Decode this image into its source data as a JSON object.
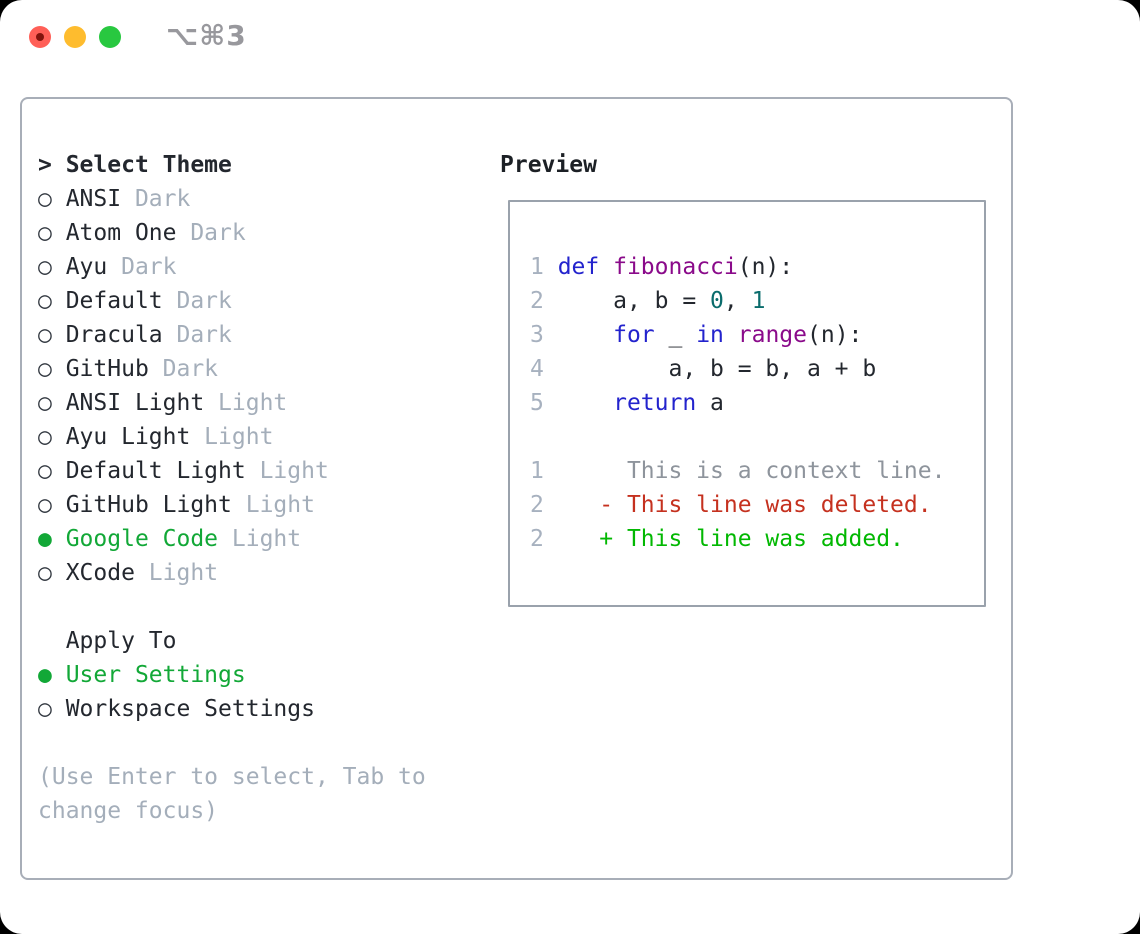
{
  "window": {
    "shortcut_label": "⌥⌘3",
    "traffic_lights": [
      {
        "name": "close",
        "color": "#ff5f57"
      },
      {
        "name": "minimize",
        "color": "#febc2e"
      },
      {
        "name": "zoom",
        "color": "#28c840"
      }
    ]
  },
  "theme_list": {
    "header": {
      "marker": ">",
      "label": "Select Theme"
    },
    "themes": [
      {
        "label": "ANSI",
        "tag": "Dark",
        "selected": false
      },
      {
        "label": "Atom One",
        "tag": "Dark",
        "selected": false
      },
      {
        "label": "Ayu",
        "tag": "Dark",
        "selected": false
      },
      {
        "label": "Default",
        "tag": "Dark",
        "selected": false
      },
      {
        "label": "Dracula",
        "tag": "Dark",
        "selected": false
      },
      {
        "label": "GitHub",
        "tag": "Dark",
        "selected": false
      },
      {
        "label": "ANSI Light",
        "tag": "Light",
        "selected": false
      },
      {
        "label": "Ayu Light",
        "tag": "Light",
        "selected": false
      },
      {
        "label": "Default Light",
        "tag": "Light",
        "selected": false
      },
      {
        "label": "GitHub Light",
        "tag": "Light",
        "selected": false
      },
      {
        "label": "Google Code",
        "tag": "Light",
        "selected": true
      },
      {
        "label": "XCode",
        "tag": "Light",
        "selected": false
      }
    ]
  },
  "apply_to": {
    "header": "Apply To",
    "options": [
      {
        "label": "User Settings",
        "selected": true
      },
      {
        "label": "Workspace Settings",
        "selected": false
      }
    ]
  },
  "help": {
    "line1": "(Use Enter to select, Tab to",
    "line2": "change focus)"
  },
  "preview": {
    "header": "Preview",
    "code_lines": [
      {
        "num": "1",
        "tokens": [
          [
            "kw",
            "def"
          ],
          [
            "pln",
            " "
          ],
          [
            "fn",
            "fibonacci"
          ],
          [
            "pln",
            "(n):"
          ]
        ]
      },
      {
        "num": "2",
        "tokens": [
          [
            "pln",
            "    a, b = "
          ],
          [
            "lit",
            "0"
          ],
          [
            "pln",
            ", "
          ],
          [
            "lit",
            "1"
          ]
        ]
      },
      {
        "num": "3",
        "tokens": [
          [
            "pln",
            "    "
          ],
          [
            "kw",
            "for"
          ],
          [
            "pln",
            " _ "
          ],
          [
            "kw",
            "in"
          ],
          [
            "pln",
            " "
          ],
          [
            "fn",
            "range"
          ],
          [
            "pln",
            "(n):"
          ]
        ]
      },
      {
        "num": "4",
        "tokens": [
          [
            "pln",
            "        a, b = b, a + b"
          ]
        ]
      },
      {
        "num": "5",
        "tokens": [
          [
            "pln",
            "    "
          ],
          [
            "kw",
            "return"
          ],
          [
            "pln",
            " a"
          ]
        ]
      },
      {
        "num": "",
        "tokens": []
      },
      {
        "num": "1",
        "tokens": [
          [
            "ctx",
            "     This is a context line."
          ]
        ]
      },
      {
        "num": "2",
        "tokens": [
          [
            "del",
            "   - This line was deleted."
          ]
        ]
      },
      {
        "num": "2",
        "tokens": [
          [
            "add",
            "   + This line was added."
          ]
        ]
      }
    ]
  },
  "markers": {
    "unselected": "○",
    "selected": "●",
    "prompt": ">"
  },
  "colors": {
    "text_dark": "#23272e",
    "text_gray": "#a4aeba",
    "selection_green": "#12a837",
    "panel_border": "#a8aeb8",
    "keyword_blue": "#2323cd",
    "function_purple": "#8a0a8a",
    "literal_teal": "#0a6c6c",
    "line_number_gray": "#a7b1bf",
    "context_gray": "#8e949c",
    "deleted_red": "#c5311f",
    "added_green": "#02b802"
  }
}
